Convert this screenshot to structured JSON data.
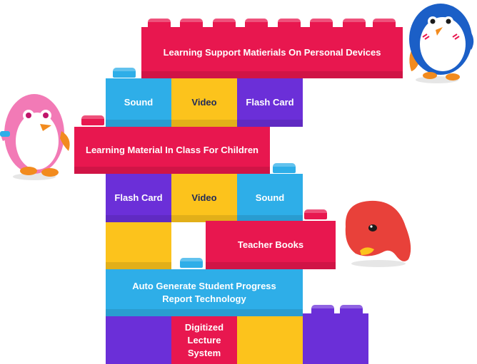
{
  "colors": {
    "red": "#e8174f",
    "blue": "#2eaee8",
    "yellow": "#fcc31c",
    "purple": "#6b2fd8",
    "dark_text": "#1f2a5a"
  },
  "bricks": {
    "personal_devices": "Learning Support Matierials On Personal Devices",
    "row1_sound": "Sound",
    "row1_video": "Video",
    "row1_flash": "Flash Card",
    "in_class": "Learning Material In Class For Children",
    "row2_flash": "Flash Card",
    "row2_video": "Video",
    "row2_sound": "Sound",
    "teacher_books": "Teacher Books",
    "progress_report": "Auto Generate Student Progress Report Technology",
    "digitized": "Digitized Lecture System"
  },
  "mascots": {
    "top_right": "penguin-icon",
    "left": "pink-penguin-icon",
    "right": "red-blob-icon"
  }
}
